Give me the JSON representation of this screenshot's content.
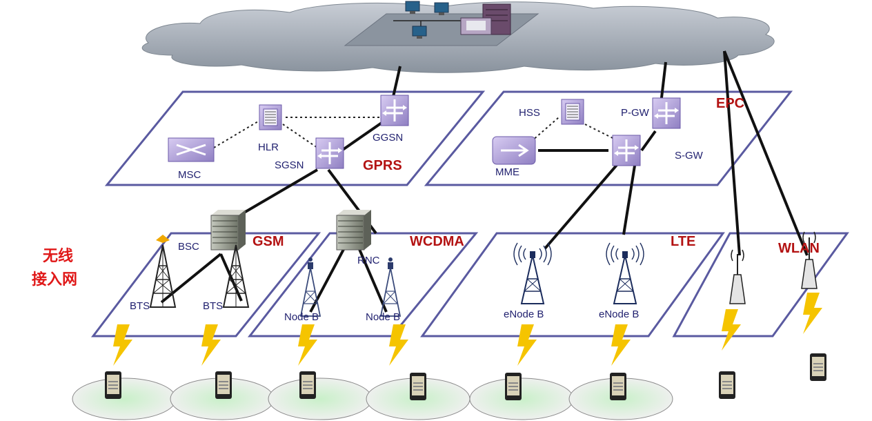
{
  "core_network": {
    "gprs": {
      "title": "GPRS",
      "msc": "MSC",
      "hlr": "HLR",
      "sgsn": "SGSN",
      "ggsn": "GGSN"
    },
    "epc": {
      "title": "EPC",
      "hss": "HSS",
      "mme": "MME",
      "pgw": "P-GW",
      "sgw": "S-GW"
    }
  },
  "radio_access_network": {
    "label_line1": "无线",
    "label_line2": "接入网",
    "gsm": {
      "title": "GSM",
      "bsc": "BSC",
      "bts_1": "BTS",
      "bts_2": "BTS"
    },
    "wcdma": {
      "title": "WCDMA",
      "rnc": "RNC",
      "nodeb_1": "Node B",
      "nodeb_2": "Node B"
    },
    "lte": {
      "title": "LTE",
      "enodeb_1": "eNode B",
      "enodeb_2": "eNode B"
    },
    "wlan": {
      "title": "WLAN"
    }
  },
  "colors": {
    "plane_border": "#5a5aa0",
    "title": "#b31212",
    "label": "#1f1f6e",
    "zh_label": "#e01818",
    "lightning": "#f5c400",
    "cloud": "#a3abb5",
    "node_icon": "#b9a8dd"
  }
}
